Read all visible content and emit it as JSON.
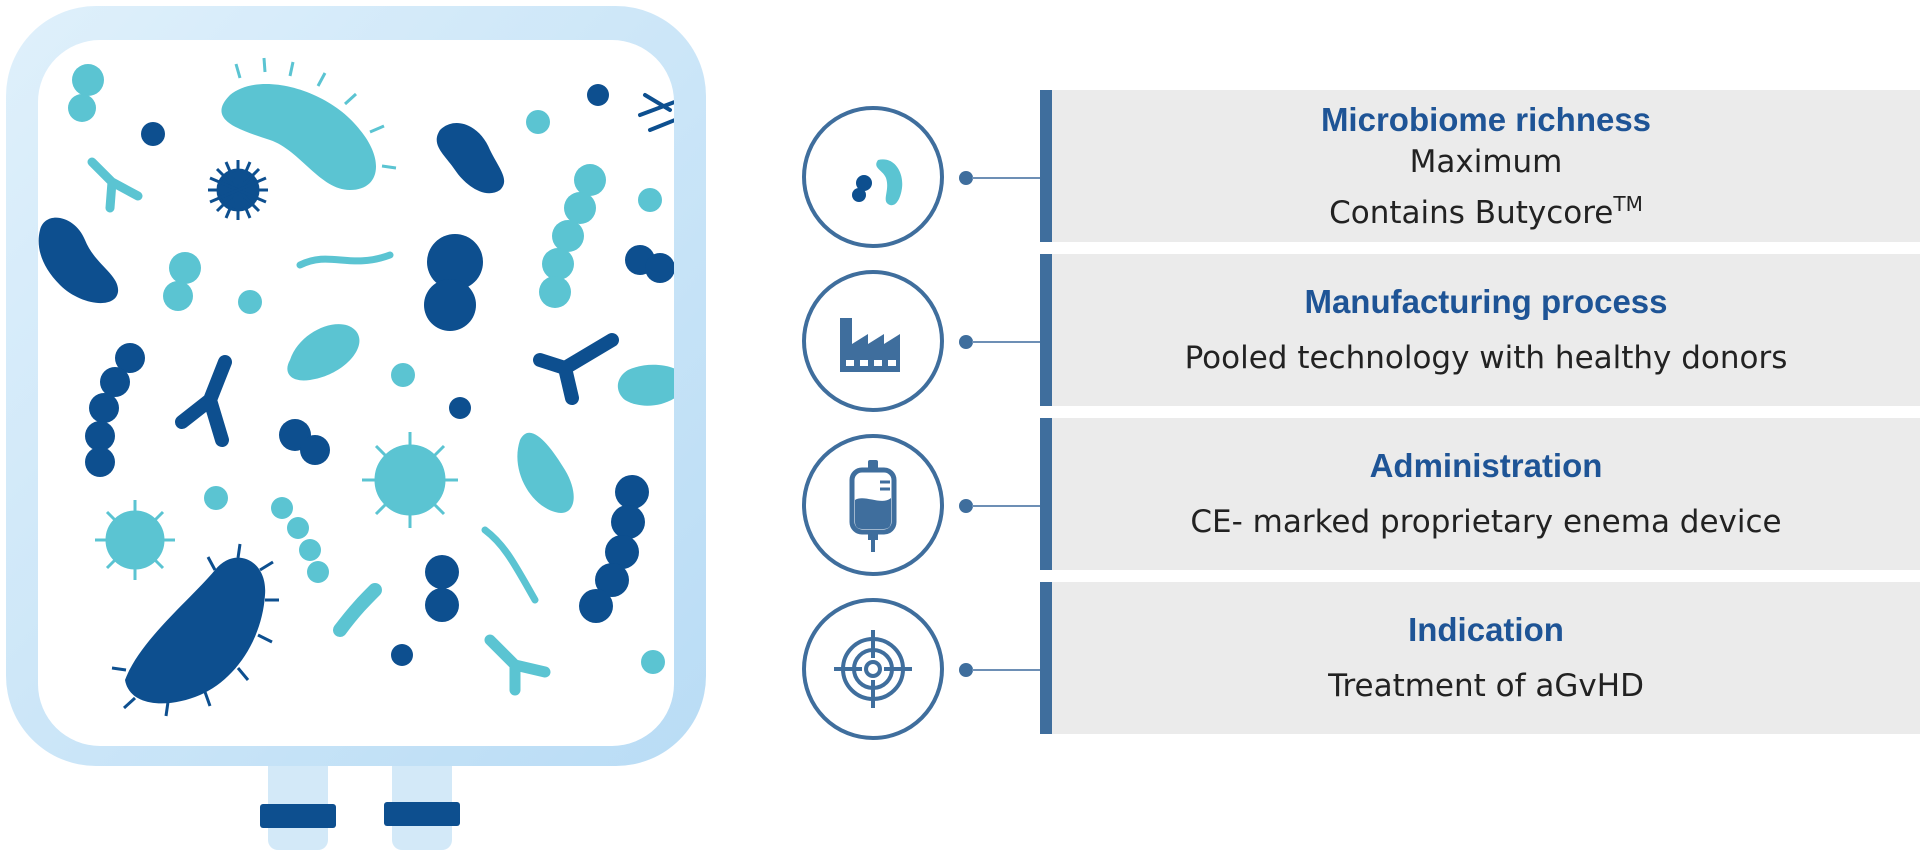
{
  "colors": {
    "accent": "#3f6e9d",
    "title_blue": "#1e5496",
    "bacteria_dark": "#0d4f8f",
    "bacteria_light": "#5bc4d2",
    "panel_bg": "#ebebeb",
    "bag_frame": "#cde6f8"
  },
  "features": [
    {
      "title": "Microbiome richness",
      "line1": "Maximum",
      "line2": "Contains Butycore",
      "line2_suffix": "TM",
      "icon": "bacteria-icon"
    },
    {
      "title": "Manufacturing process",
      "line1": "Pooled technology with healthy donors",
      "icon": "factory-icon"
    },
    {
      "title": "Administration",
      "line1": "CE- marked proprietary enema device",
      "icon": "iv-bag-icon"
    },
    {
      "title": "Indication",
      "line1": "Treatment of aGvHD",
      "icon": "target-icon"
    }
  ]
}
